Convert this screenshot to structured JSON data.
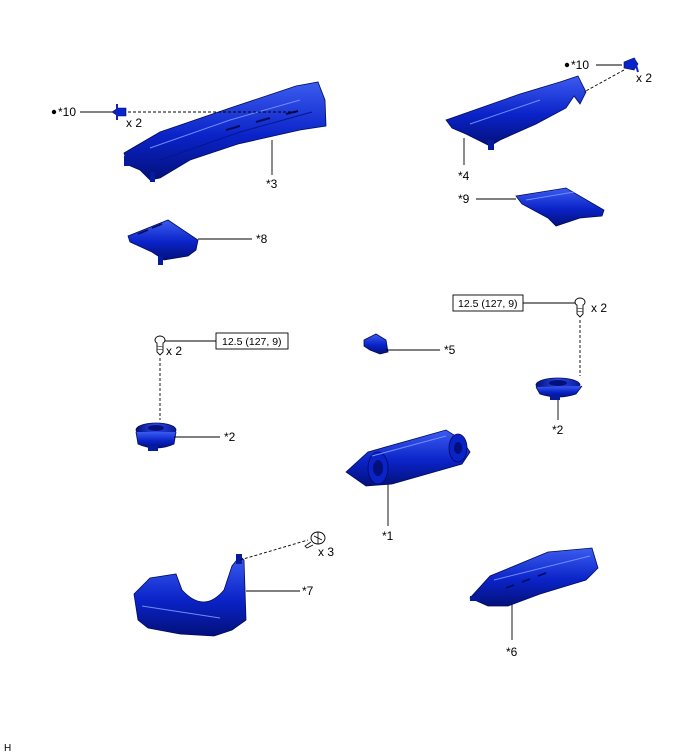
{
  "colors": {
    "part_fill": "#0a23c8",
    "part_dark": "#03107a",
    "part_light": "#3c5cf0",
    "line": "#000000"
  },
  "labels": {
    "p1": "*1",
    "p2_left": "*2",
    "p2_right": "*2",
    "p3": "*3",
    "p4": "*4",
    "p5": "*5",
    "p6": "*6",
    "p7": "*7",
    "p8": "*8",
    "p9": "*9",
    "p10_left": "*10",
    "p10_right": "*10"
  },
  "quantities": {
    "clip_left": "x 2",
    "clip_right": "x 2",
    "bolt_left": "x 2",
    "bolt_right": "x 2",
    "screw": "x 3"
  },
  "torque": {
    "left": "12.5 (127, 9)",
    "right": "12.5 (127, 9)"
  },
  "corner_mark": "H"
}
